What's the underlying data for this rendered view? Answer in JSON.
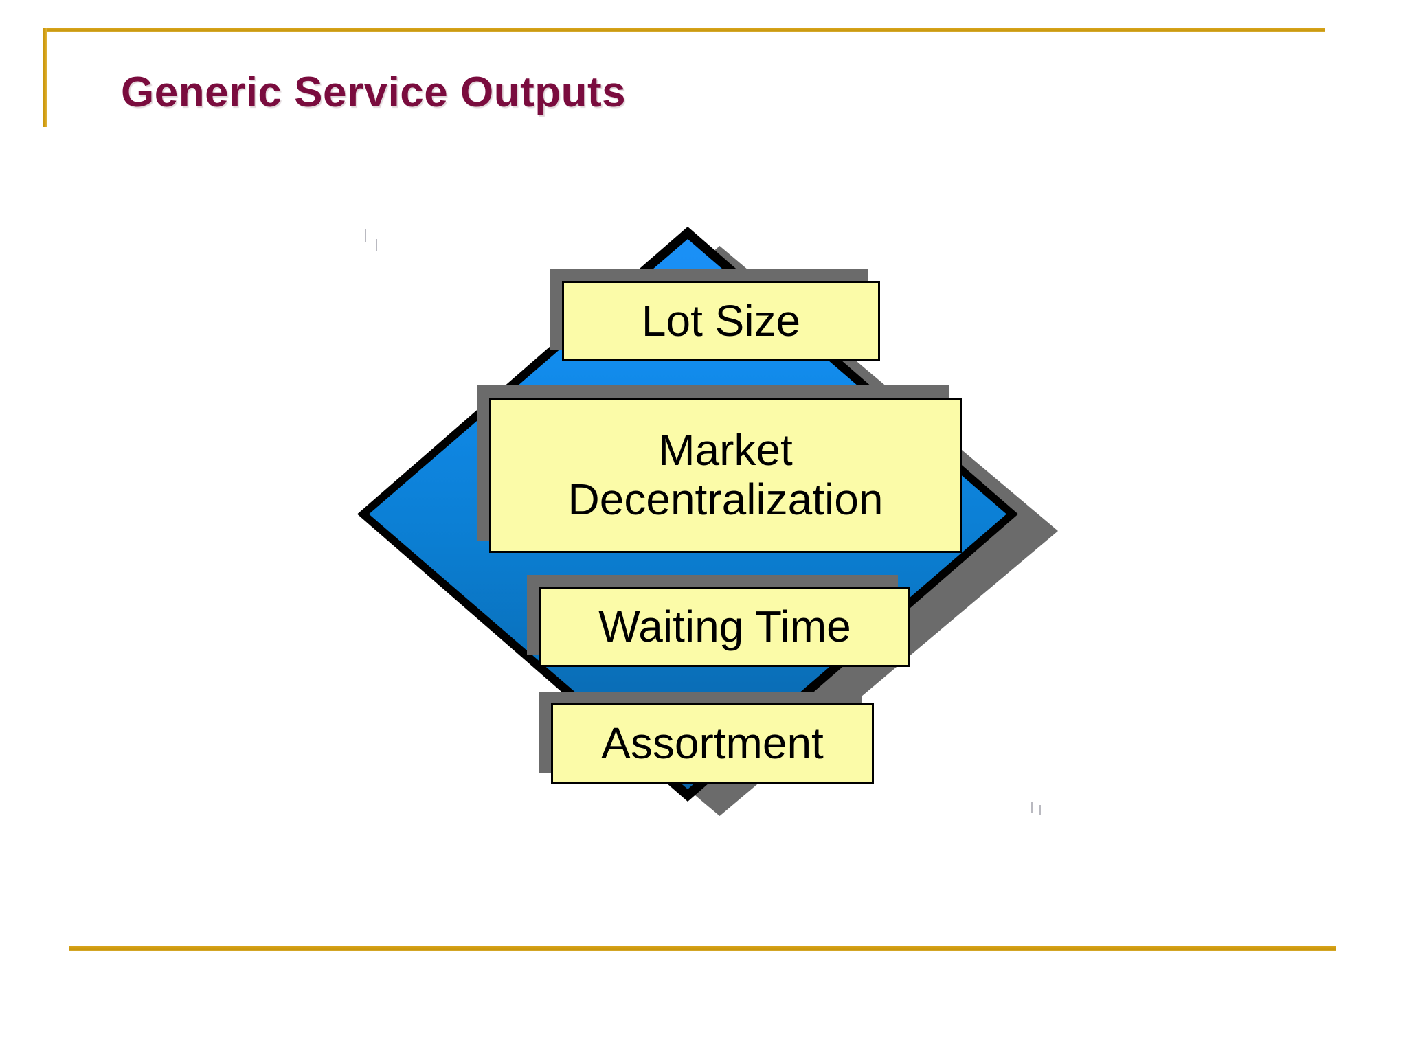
{
  "slide": {
    "title": "Generic Service Outputs",
    "title_color": "#7a0c3e",
    "background_color": "#ffffff",
    "frame_color": "#c8960c"
  },
  "diagram": {
    "type": "diamond-callout",
    "shape_name": "diamond",
    "shape_fill_top": "#1b90f7",
    "shape_fill_bottom": "#0a63a6",
    "shape_outline_color": "#000000",
    "shape_shadow_color": "#6b6b6b",
    "box_fill": "#fbfba8",
    "box_border": "#000000",
    "box_shadow": "#6b6b6b",
    "items": [
      {
        "label": "Lot Size"
      },
      {
        "label": "Market\nDecentralization"
      },
      {
        "label": "Waiting Time"
      },
      {
        "label": "Assortment"
      }
    ],
    "labels": {
      "lot_size": "Lot Size",
      "market_decentralization_line1": "Market",
      "market_decentralization_line2": "Decentralization",
      "waiting_time": "Waiting Time",
      "assortment": "Assortment"
    }
  }
}
